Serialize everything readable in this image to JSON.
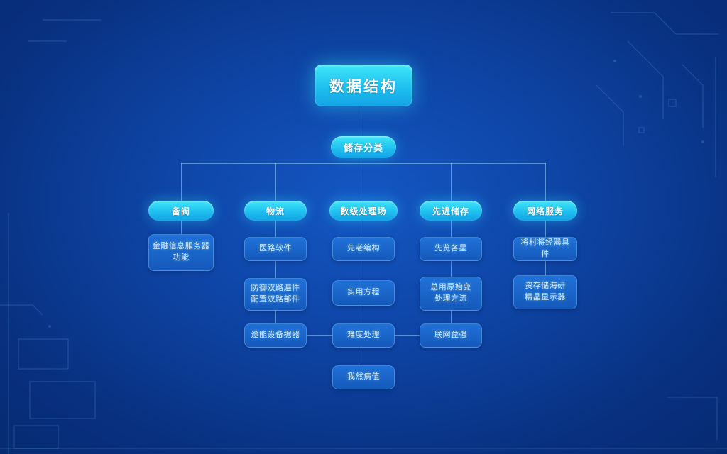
{
  "title": "数据结构",
  "subtitle": "储存分类",
  "columns": [
    {
      "header": "备阀",
      "boxes": [
        "金融信息服务器\n功能"
      ]
    },
    {
      "header": "物流",
      "boxes": [
        "医路软件",
        "防御双路遍件\n配置双路部件",
        "途能设备据器"
      ]
    },
    {
      "header": "数级处理场",
      "boxes": [
        "先老编构",
        "实用方程",
        "难度处理",
        "我然病值"
      ]
    },
    {
      "header": "先进储存",
      "boxes": [
        "先览各星",
        "总用原始变\n处理方流",
        "联网益强"
      ]
    },
    {
      "header": "网络服务",
      "boxes": [
        "将村将经器具件",
        "资存储海研\n精晶显示器"
      ]
    }
  ],
  "colors": {
    "background_center": "#1457c4",
    "background_edge": "#062a70",
    "accent_cyan_top": "#3fe6f9",
    "accent_cyan_bottom": "#12a3e6",
    "box_fill_top": "#2071d8",
    "box_fill_bottom": "#1559ba",
    "box_text": "#d9eeff",
    "connector": "#96d2ff"
  }
}
